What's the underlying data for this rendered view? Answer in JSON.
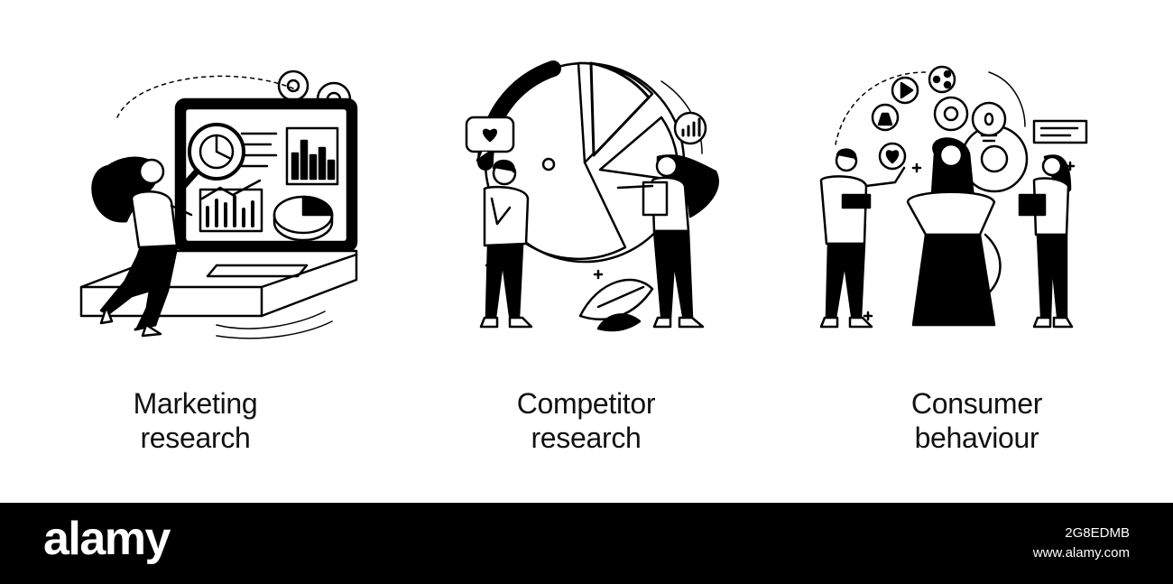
{
  "illustrations": [
    {
      "caption_line1": "Marketing",
      "caption_line2": "research",
      "icon": "laptop-analytics-icon"
    },
    {
      "caption_line1": "Competitor",
      "caption_line2": "research",
      "icon": "pie-chart-people-icon"
    },
    {
      "caption_line1": "Consumer",
      "caption_line2": "behaviour",
      "icon": "consumer-people-icon"
    }
  ],
  "footer": {
    "brand": "alamy",
    "image_id": "2G8EDMB",
    "site": "www.alamy.com"
  },
  "colors": {
    "ink": "#000000",
    "background": "#ffffff",
    "footer_bg": "#000000"
  }
}
